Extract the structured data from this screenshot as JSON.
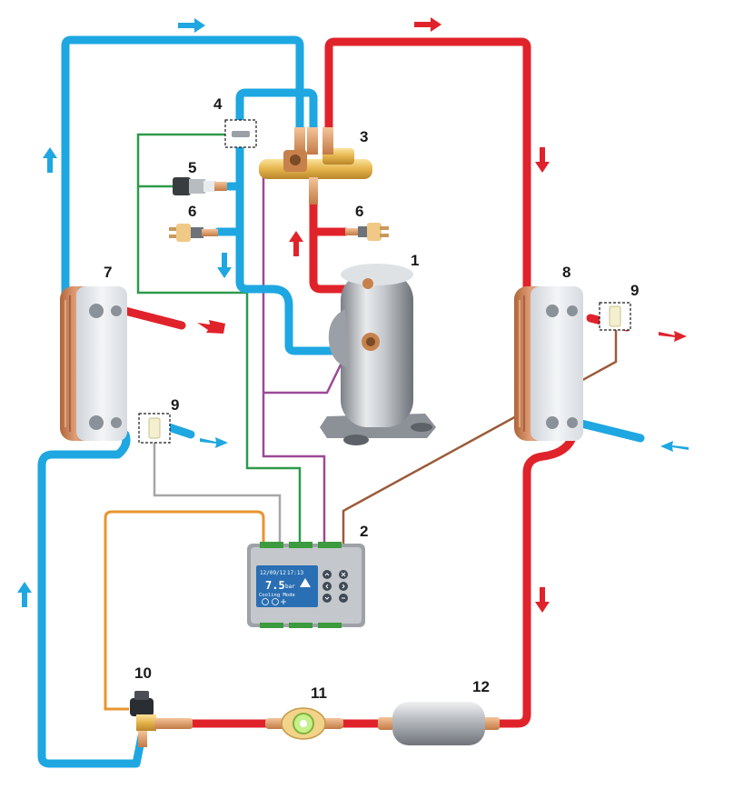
{
  "colors": {
    "cold": "#1ea7e1",
    "hot": "#e0232b",
    "sensor_green": "#2e9a4a",
    "sensor_purple": "#9b4a96",
    "sensor_brown": "#9b5b3a",
    "sensor_gray": "#a6a6a6",
    "valve_orange": "#e8952e",
    "controller_body": "#b9bcc0",
    "display_blue": "#2a6fb3"
  },
  "labels": {
    "compressor": "1",
    "controller": "2",
    "reversing_valve": "3",
    "temp_sensor_top": "4",
    "pressure_transducer": "5",
    "pressure_switch_left": "6",
    "pressure_switch_right": "6",
    "exchanger_left": "7",
    "exchanger_right": "8",
    "temp_sensor_left": "9",
    "temp_sensor_right": "9",
    "expansion_valve": "10",
    "sight_glass": "11",
    "filter_drier": "12"
  },
  "display": {
    "date": "12/09/12",
    "time": "17:13",
    "value": "7.5",
    "unit": "bar",
    "mode": "Cooling Mode"
  }
}
